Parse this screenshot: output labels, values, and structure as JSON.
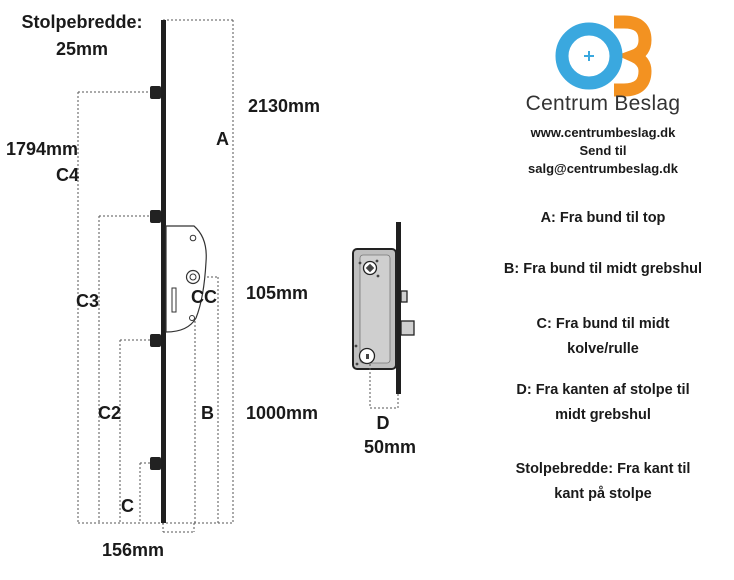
{
  "brand": {
    "name": "Centrum Beslag",
    "website": "www.centrumbeslag.dk",
    "send_to": "Send til",
    "email": "salg@centrumbeslag.dk",
    "colors": {
      "blue": "#3aa8df",
      "orange": "#f39221"
    }
  },
  "labels": {
    "stolpebredde_title": "Stolpebredde:",
    "stolpebredde_value": "25mm",
    "dim_2130": "2130mm",
    "dim_1794": "1794mm",
    "dim_105": "105mm",
    "dim_1000": "1000mm",
    "dim_156": "156mm",
    "dim_50": "50mm",
    "A": "A",
    "B": "B",
    "C": "C",
    "C2": "C2",
    "C3": "C3",
    "C4": "C4",
    "CC": "CC",
    "D": "D"
  },
  "legend": {
    "a": "A: Fra bund til top",
    "b": "B: Fra bund til midt grebshul",
    "c_line1": "C: Fra bund til midt",
    "c_line2": "kolve/rulle",
    "d_line1": "D: Fra kanten af stolpe til",
    "d_line2": "midt grebshul",
    "s_line1": "Stolpebredde: Fra kant til",
    "s_line2": "kant på stolpe"
  }
}
